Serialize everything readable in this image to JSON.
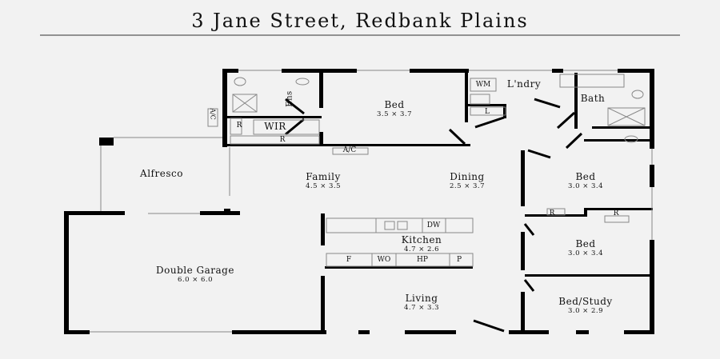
{
  "title": "3 Jane Street, Redbank Plains",
  "rooms": {
    "master_bed": {
      "name": "Bed",
      "size": "3.5 × 3.7"
    },
    "ensuite": {
      "name": "Ens"
    },
    "wir": {
      "name": "WIR"
    },
    "laundry": {
      "name": "L'ndry"
    },
    "bath": {
      "name": "Bath"
    },
    "alfresco": {
      "name": "Alfresco"
    },
    "family": {
      "name": "Family",
      "size": "4.5 × 3.5"
    },
    "dining": {
      "name": "Dining",
      "size": "2.5 × 3.7"
    },
    "bed2": {
      "name": "Bed",
      "size": "3.0 × 3.4"
    },
    "bed3": {
      "name": "Bed",
      "size": "3.0 × 3.4"
    },
    "kitchen": {
      "name": "Kitchen",
      "size": "4.7 × 2.6"
    },
    "garage": {
      "name": "Double Garage",
      "size": "6.0 × 6.0"
    },
    "living": {
      "name": "Living",
      "size": "4.7 × 3.3"
    },
    "study": {
      "name": "Bed/Study",
      "size": "3.0 × 2.9"
    }
  },
  "fixtures": {
    "ac_outside": "A/C",
    "ac_inside": "A/C",
    "robe": "R",
    "wm": "WM",
    "linen": "L",
    "dw": "DW",
    "fridge": "F",
    "wall_oven": "WO",
    "hotplate": "HP",
    "pantry": "P"
  }
}
